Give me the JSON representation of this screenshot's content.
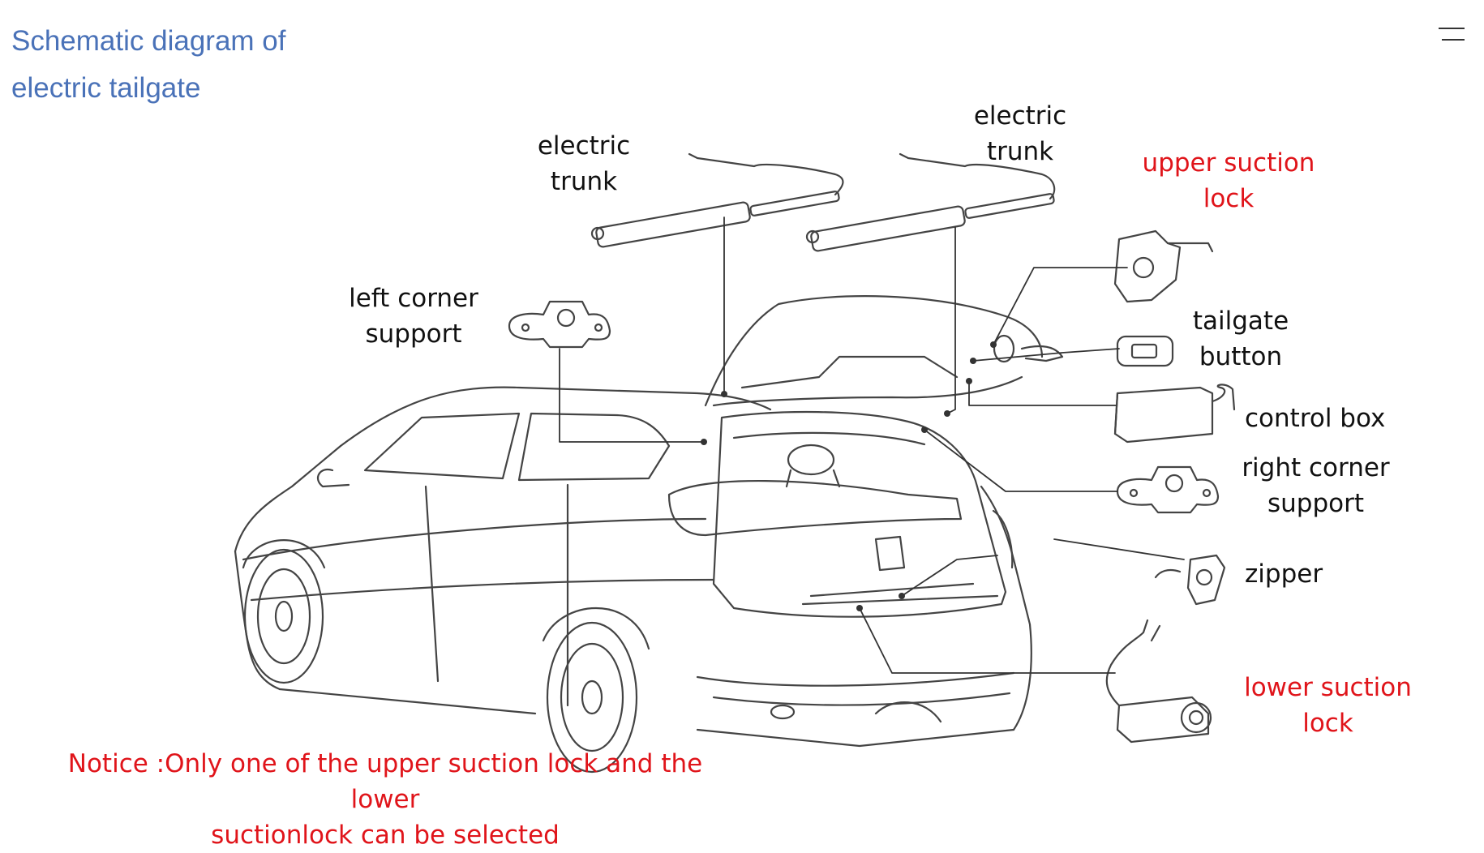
{
  "title": {
    "line1": "Schematic diagram of",
    "line2": "electric tailgate"
  },
  "menu_icon": "hamburger-menu-icon",
  "labels": {
    "electric_trunk_left": {
      "line1": "electric",
      "line2": "trunk"
    },
    "electric_trunk_right": {
      "line1": "electric",
      "line2": "trunk"
    },
    "upper_suction_lock": {
      "line1": "upper suction",
      "line2": "lock"
    },
    "left_corner_support": {
      "line1": "left corner",
      "line2": "support"
    },
    "tailgate_button": {
      "line1": "tailgate",
      "line2": "button"
    },
    "control_box": "control box",
    "right_corner_support": {
      "line1": "right corner",
      "line2": "support"
    },
    "zipper": "zipper",
    "lower_suction_lock": {
      "line1": "lower suction",
      "line2": "lock"
    }
  },
  "notice": {
    "line1": "Notice :Only one of the upper suction lock and the lower",
    "line2": "suctionlock can be selected"
  },
  "colors": {
    "title": "#4a72b8",
    "highlight": "#e0141a",
    "text": "#111111",
    "line_art": "#444444"
  }
}
